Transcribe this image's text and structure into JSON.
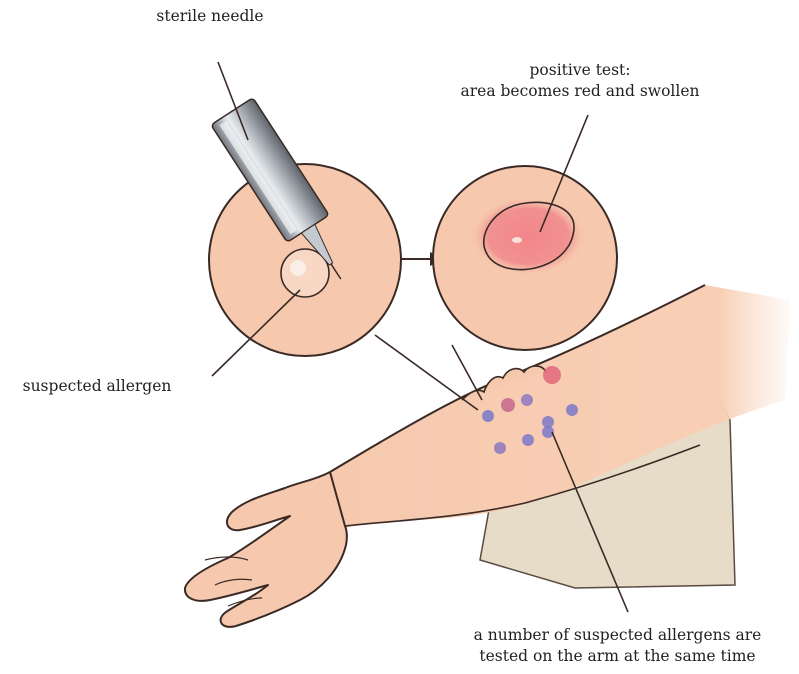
{
  "labels": {
    "needle": "sterile needle",
    "positive_line1": "positive test:",
    "positive_line2": "area becomes red and swollen",
    "allergen": "suspected allergen",
    "multi_line1": "a number of suspected allergens are",
    "multi_line2": "tested on the arm at the same time"
  },
  "colors": {
    "skin": "#f6c9ae",
    "skin_outline": "#3a2a25",
    "redness": "#ef6b6f",
    "dot_red": "#e2667a",
    "dot_blue": "#7a78c9",
    "shirt": "#e6dcc8",
    "needle_metal": "#9aa0a6"
  }
}
